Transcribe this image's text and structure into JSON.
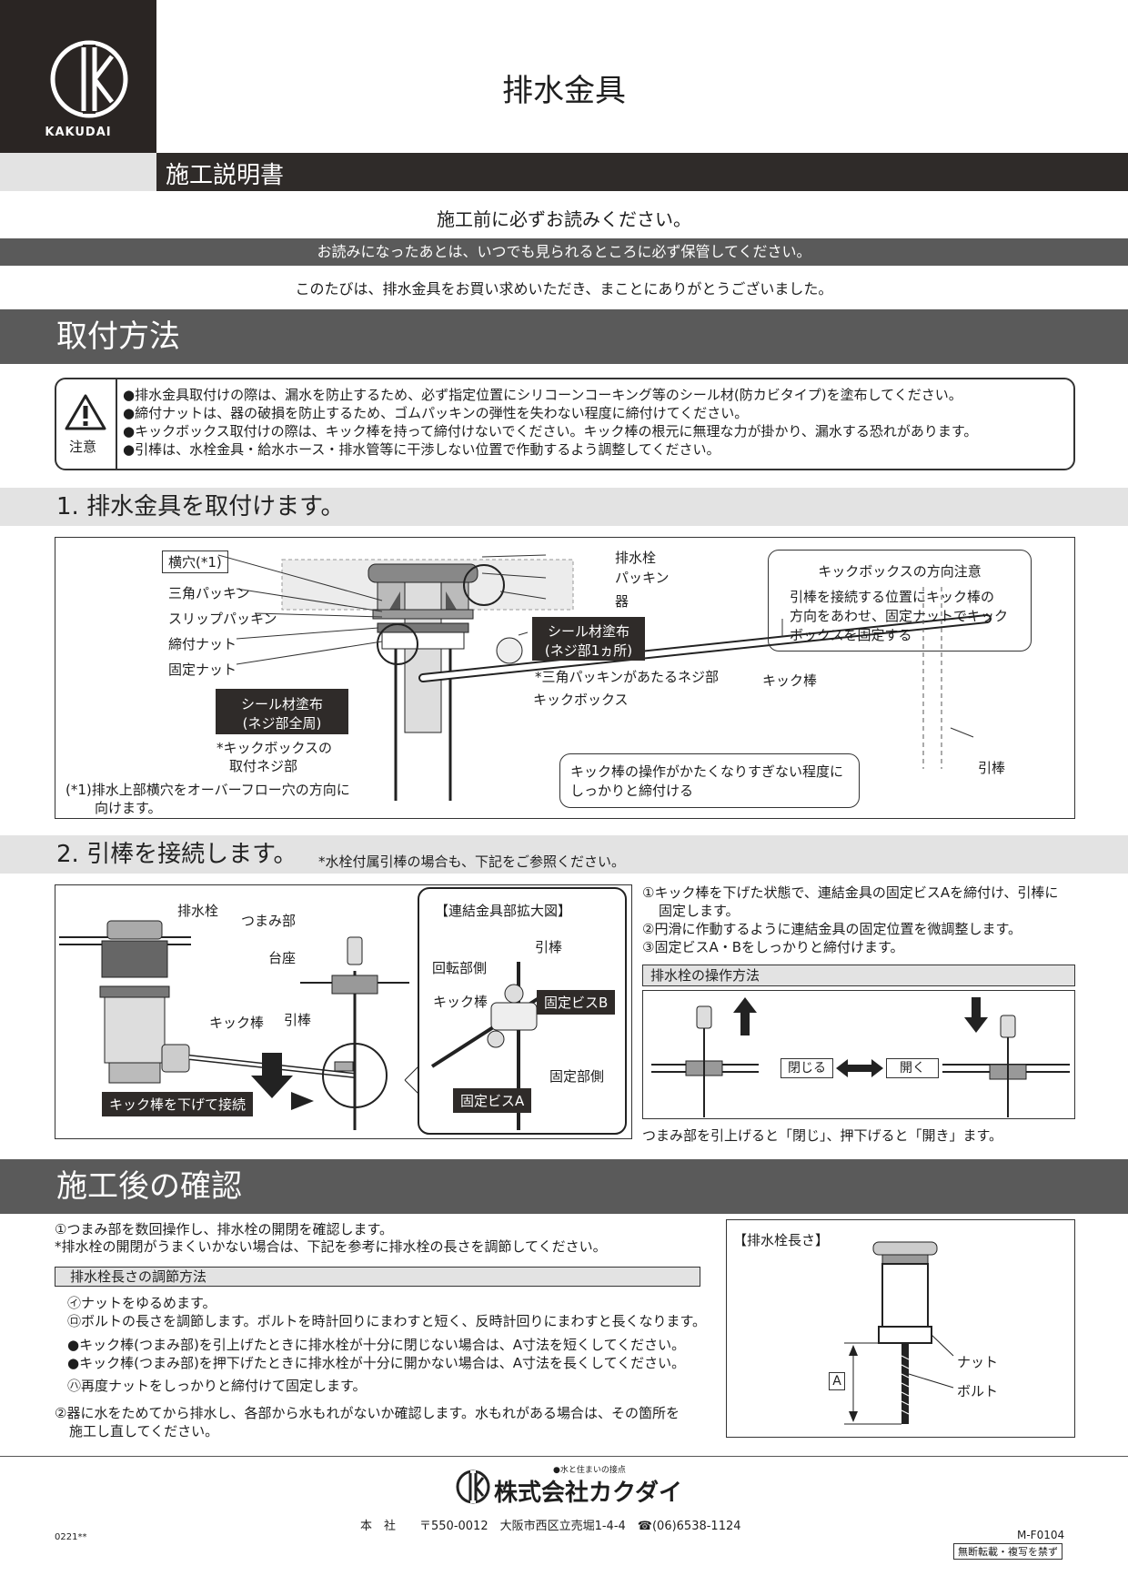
{
  "brand": {
    "logo_text": "KAKUDAI",
    "company": "株式会社カクダイ",
    "tagline": "●水と住まいの接点"
  },
  "header": {
    "product_title": "排水金具",
    "manual_label": "施工説明書",
    "read_before": "施工前に必ずお読みください。",
    "keep_note": "お読みになったあとは、いつでも見られるところに必ず保管してください。",
    "thanks": "このたびは、排水金具をお買い求めいただき、まことにありがとうございました。"
  },
  "install": {
    "heading": "取付方法",
    "caution_label": "注意",
    "cautions": [
      "●排水金具取付けの際は、漏水を防止するため、必ず指定位置にシリコーンコーキング等のシール材(防カビタイプ)を塗布してください。",
      "●締付ナットは、器の破損を防止するため、ゴムパッキンの弾性を失わない程度に締付けてください。",
      "●キックボックス取付けの際は、キック棒を持って締付けないでください。キック棒の根元に無理な力が掛かり、漏水する恐れがあります。",
      "●引棒は、水栓金具・給水ホース・排水管等に干渉しない位置で作動するよう調整してください。"
    ]
  },
  "step1": {
    "heading": "1. 排水金具を取付けます。",
    "labels": {
      "yokoana": "横穴(*1)",
      "sankaku": "三角パッキン",
      "slip": "スリップパッキン",
      "shimetsuke": "締付ナット",
      "kotei": "固定ナット",
      "haisuisen": "排水栓",
      "packing": "パッキン",
      "utsuwa": "器",
      "kickbox": "キックボックス",
      "kickbo": "キック棒",
      "hikibo": "引棒"
    },
    "seal1": [
      "シール材塗布",
      "(ネジ部1ヵ所)"
    ],
    "seal1_note": "*三角パッキンがあたるネジ部",
    "seal2": [
      "シール材塗布",
      "(ネジ部全周)"
    ],
    "seal2_note": [
      "*キックボックスの",
      "取付ネジ部"
    ],
    "footnote": [
      "(*1)排水上部横穴をオーバーフロー穴の方向に",
      "向けます。"
    ],
    "direction_box": {
      "title": "キックボックスの方向注意",
      "lines": [
        "引棒を接続する位置にキック棒の",
        "方向をあわせ、固定ナットでキック",
        "ボックスを固定する"
      ]
    },
    "tighten_box": [
      "キック棒の操作がかたくなりすぎない程度に",
      "しっかりと締付ける"
    ]
  },
  "step2": {
    "heading": "2. 引棒を接続します。",
    "subnote": "*水栓付属引棒の場合も、下記をご参照ください。",
    "labels": {
      "haisuisen": "排水栓",
      "tsumami": "つまみ部",
      "daiza": "台座",
      "hikibo": "引棒",
      "kickbo": "キック棒",
      "push_down": "キック棒を下げて接続"
    },
    "detail": {
      "title": "【連結金具部拡大図】",
      "kaiten": "回転部側",
      "hikibo": "引棒",
      "kickbo": "キック棒",
      "screw_b": "固定ビスB",
      "screw_a": "固定ビスA",
      "kotei_side": "固定部側"
    },
    "steps": [
      "①キック棒を下げた状態で、連結金具の固定ビスAを締付け、引棒に",
      "固定します。",
      "②円滑に作動するように連結金具の固定位置を微調整します。",
      "③固定ビスA・Bをしっかりと締付けます。"
    ],
    "operation": {
      "title": "排水栓の操作方法",
      "close": "閉じる",
      "open": "開く",
      "note": "つまみ部を引上げると「閉じ」、押下げると「開き」ます。"
    }
  },
  "after": {
    "heading": "施工後の確認",
    "lines": [
      "①つまみ部を数回操作し、排水栓の開閉を確認します。",
      "*排水栓の開閉がうまくいかない場合は、下記を参考に排水栓の長さを調節してください。"
    ],
    "adjust_title": "排水栓長さの調節方法",
    "adjust": [
      "㋑ナットをゆるめます。",
      "㋺ボルトの長さを調節します。ボルトを時計回りにまわすと短く、反時計回りにまわすと長くなります。",
      "●キック棒(つまみ部)を引上げたときに排水栓が十分に閉じない場合は、A寸法を短くしてください。",
      "●キック棒(つまみ部)を押下げたときに排水栓が十分に開かない場合は、A寸法を長くしてください。",
      "㋩再度ナットをしっかりと締付けて固定します。"
    ],
    "final": [
      "②器に水をためてから排水し、各部から水もれがないか確認します。水もれがある場合は、その箇所を",
      "施工し直してください。"
    ],
    "length_box": {
      "title": "【排水栓長さ】",
      "nut": "ナット",
      "bolt": "ボルト",
      "dim": "A"
    }
  },
  "footer": {
    "address": "本　社　　〒550-0012　大阪市西区立売堀1-4-4　☎(06)6538-1124",
    "code": "M-F0104",
    "copyright": "無断転載・複写を禁ず",
    "lot": "0221**"
  }
}
